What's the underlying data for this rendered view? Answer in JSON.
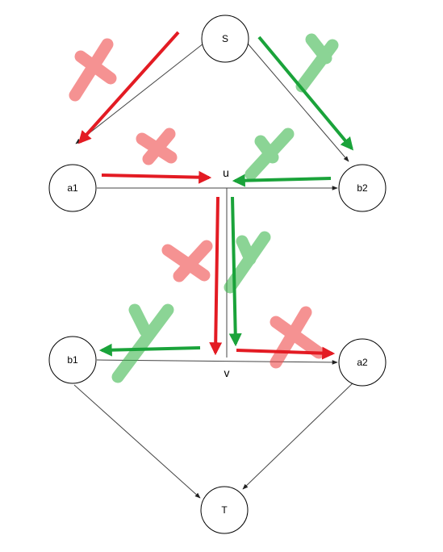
{
  "diagram": {
    "nodes": {
      "s": "S",
      "a1": "a1",
      "b2": "b2",
      "b1": "b1",
      "a2": "a2",
      "t": "T"
    },
    "points": {
      "u": "u",
      "v": "v"
    },
    "colors": {
      "red": "#e31b23",
      "green": "#1aa33a",
      "red_mark": "#ef6b6b",
      "green_mark": "#5cc16a",
      "edge": "#555555"
    }
  }
}
